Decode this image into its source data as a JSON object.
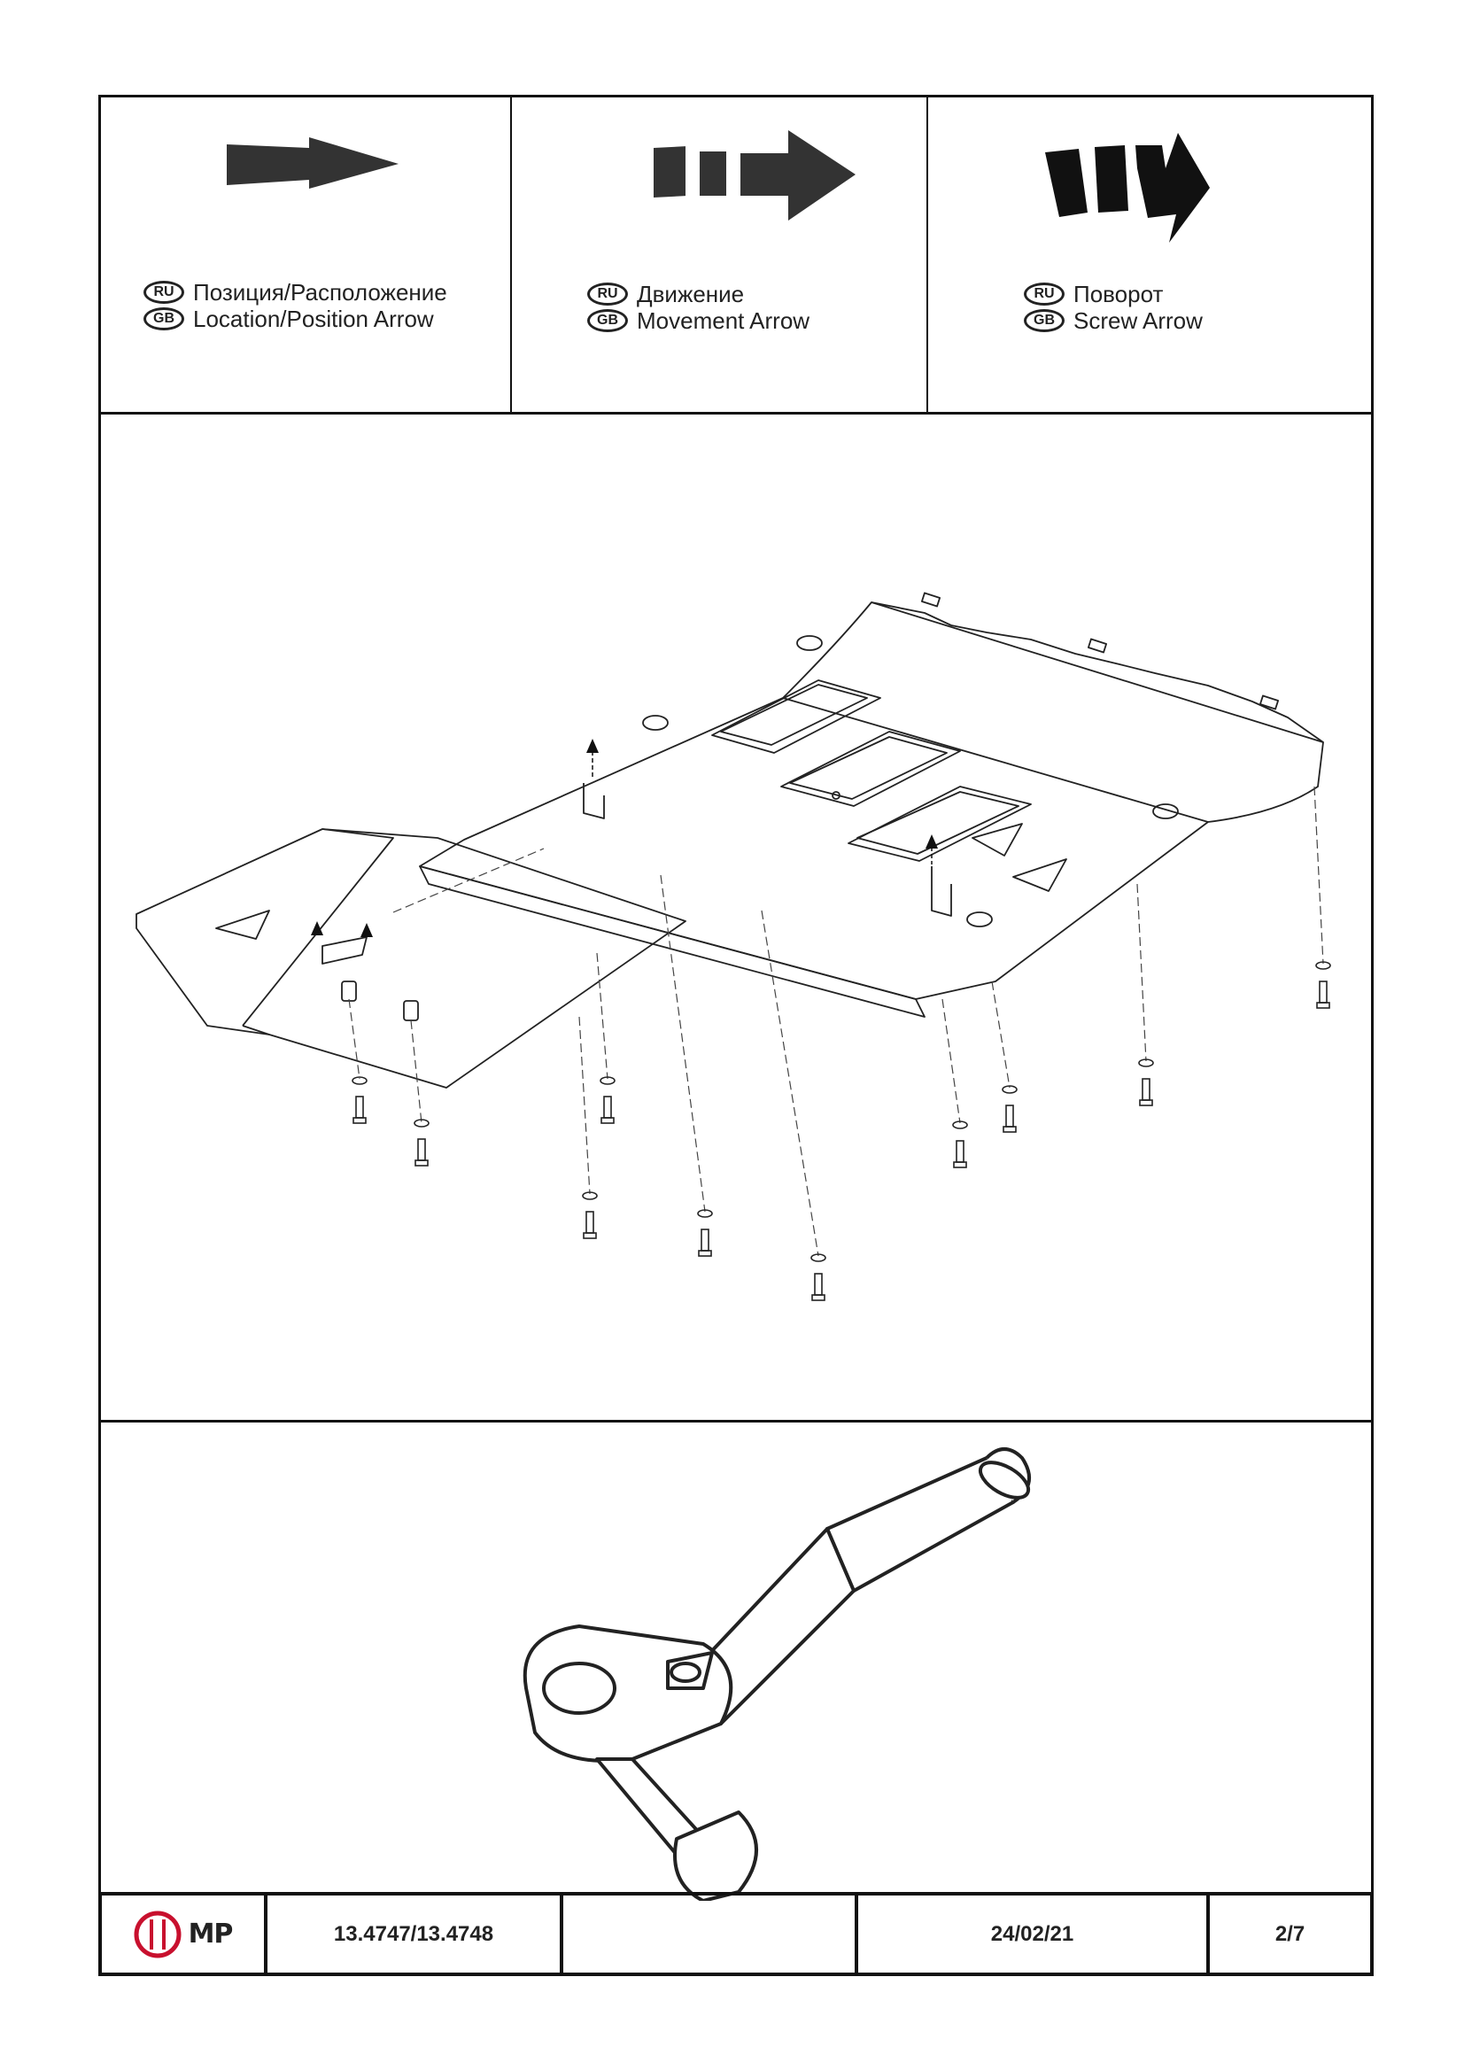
{
  "legend": {
    "location": {
      "ru_badge": "RU",
      "gb_badge": "GB",
      "ru_text": "Позиция/Расположение",
      "gb_text": "Location/Position Arrow"
    },
    "movement": {
      "ru_badge": "RU",
      "gb_badge": "GB",
      "ru_text": "Движение",
      "gb_text": "Movement Arrow"
    },
    "screw": {
      "ru_badge": "RU",
      "gb_badge": "GB",
      "ru_text": "Поворот",
      "gb_text": "Screw Arrow"
    }
  },
  "title_block": {
    "logo_text": "MP",
    "part_number": "13.4747/13.4748",
    "blank": "",
    "date": "24/02/21",
    "page": "2/7"
  },
  "colors": {
    "logo_red": "#c8102e",
    "ink": "#222222"
  }
}
